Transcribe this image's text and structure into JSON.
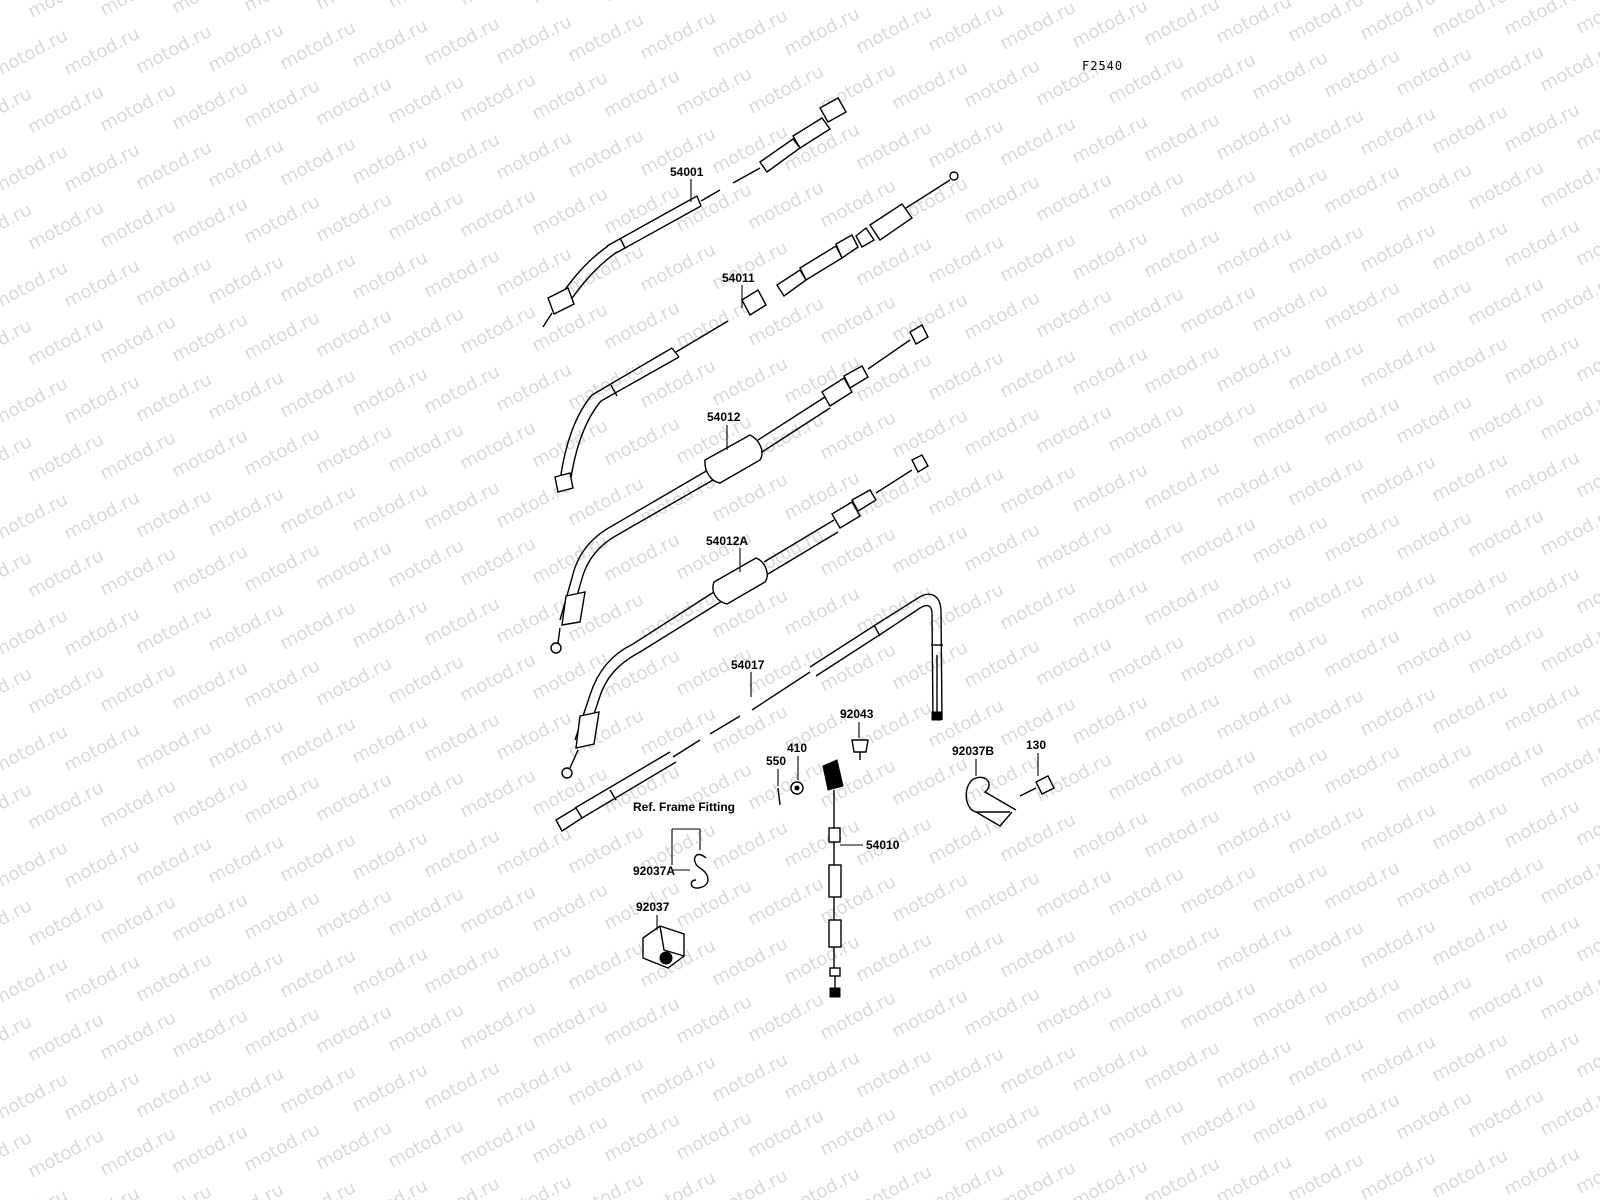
{
  "watermark": {
    "text": "motod.ru"
  },
  "figure_code": "F2540",
  "labels": {
    "p54001": "54001",
    "p54011": "54011",
    "p54012": "54012",
    "p54012A": "54012A",
    "p54017": "54017",
    "p92043": "92043",
    "p410": "410",
    "p550": "550",
    "p92037B": "92037B",
    "p130": "130",
    "p54010": "54010",
    "ref_frame": "Ref. Frame Fitting",
    "p92037A": "92037A",
    "p92037": "92037"
  }
}
